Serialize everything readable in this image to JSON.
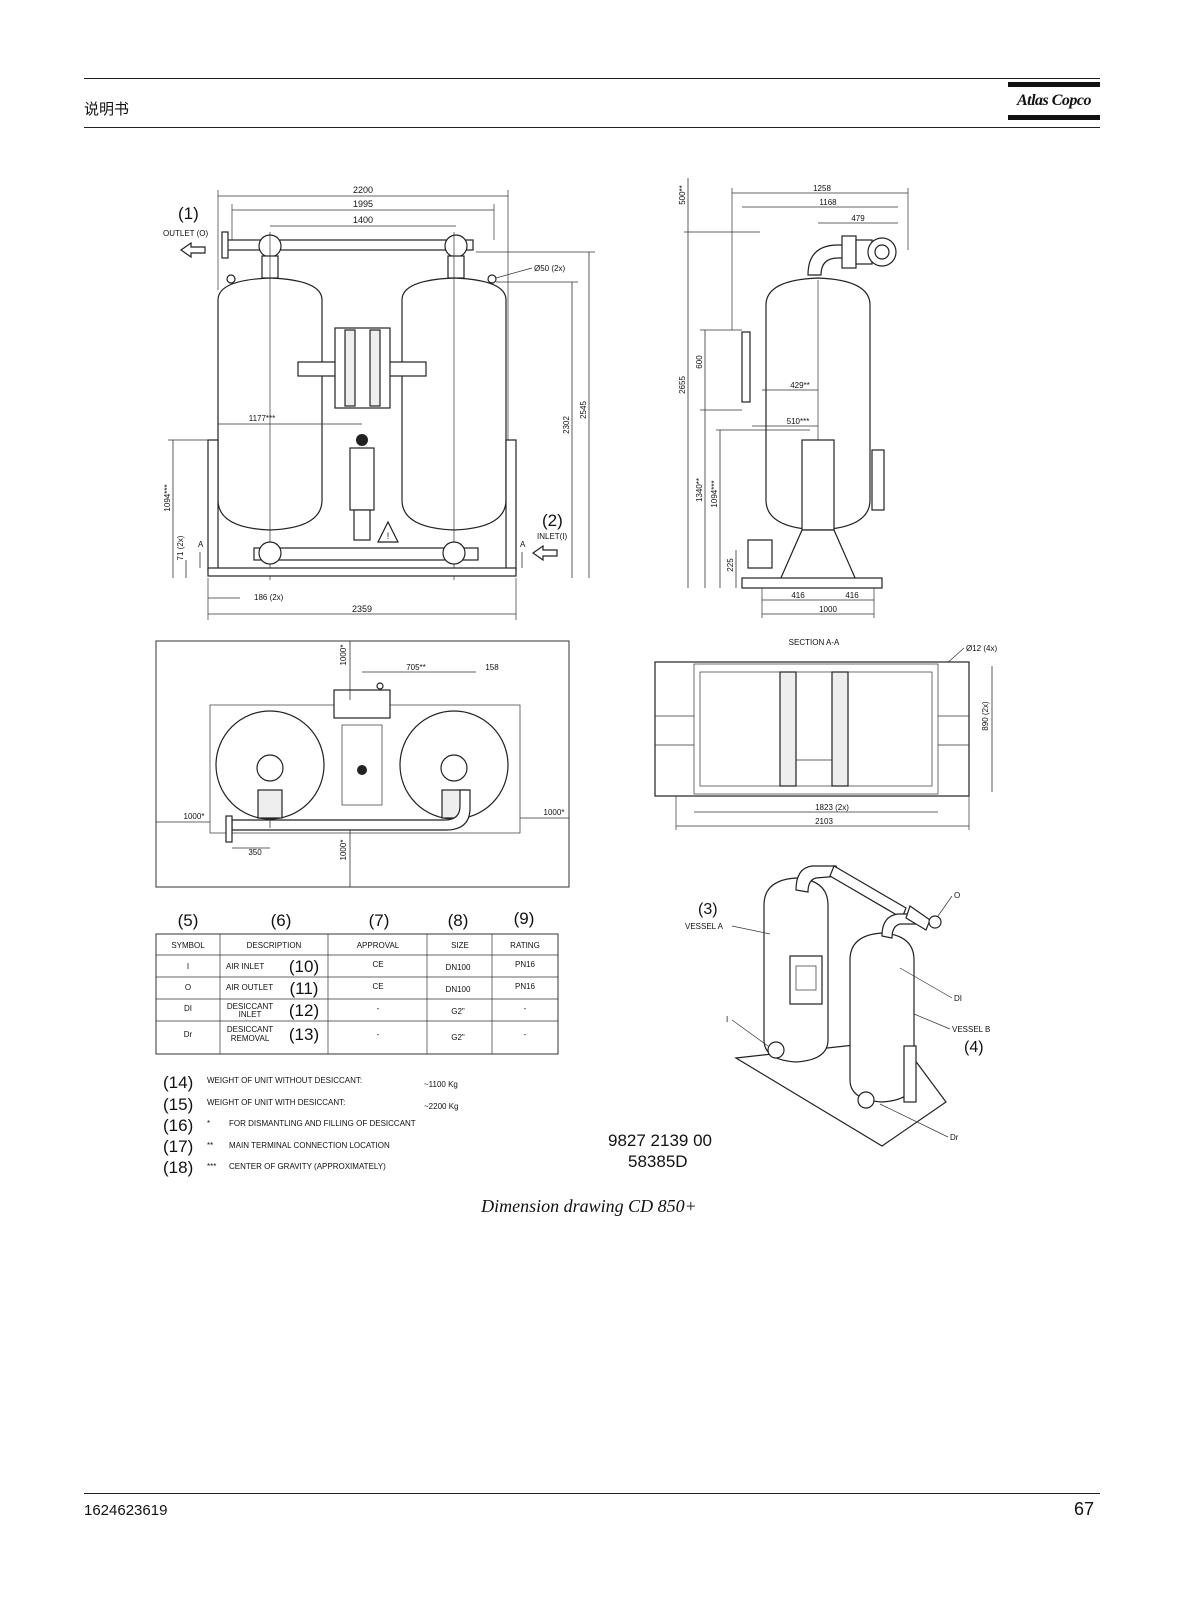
{
  "header": {
    "title": "说明书",
    "logo": "Atlas Copco"
  },
  "front_view": {
    "dims": {
      "w2200": "2200",
      "w1995": "1995",
      "w1400": "1400",
      "w1177": "1177***",
      "w186": "186 (2x)",
      "w2359": "2359",
      "h2545": "2545",
      "h2302": "2302",
      "h1094": "1094***",
      "h71": "71 (2x)",
      "d50": "Ø50 (2x)"
    },
    "labels": {
      "n1": "(1)",
      "outlet": "OUTLET (O)",
      "n2": "(2)",
      "inlet": "INLET(I)",
      "a": "A",
      "warn": "!"
    }
  },
  "side_view": {
    "dims": {
      "w1258": "1258",
      "w1168": "1168",
      "w479": "479",
      "w429": "429**",
      "w510": "510***",
      "w416": "416",
      "w1000": "1000",
      "h500": "500**",
      "h600": "600",
      "h2655": "2655",
      "h1340": "1340**",
      "h1094": "1094***",
      "h225": "225"
    }
  },
  "top_view": {
    "dims": {
      "h1000": "1000*",
      "w705": "705**",
      "w158": "158",
      "l1000": "1000*",
      "r1000": "1000*",
      "w350": "350"
    }
  },
  "section_view": {
    "title": "SECTION A-A",
    "dims": {
      "d12": "Ø12 (4x)",
      "h890": "890 (2x)",
      "w1823": "1823 (2x)",
      "w2103": "2103"
    }
  },
  "iso_view": {
    "labels": {
      "n3": "(3)",
      "vesselA": "VESSEL A",
      "n4": "(4)",
      "vesselB": "VESSEL B",
      "o": "O",
      "i": "I",
      "di": "DI",
      "dr": "Dr"
    },
    "part_number": "9827 2139 00",
    "drawing_code": "58385D"
  },
  "table": {
    "col_numbers": [
      "(5)",
      "(6)",
      "(7)",
      "(8)",
      "(9)"
    ],
    "headers": [
      "SYMBOL",
      "DESCRIPTION",
      "APPROVAL",
      "SIZE",
      "RATING"
    ],
    "rows": [
      {
        "symbol": "I",
        "desc1": "AIR INLET",
        "desc2": "",
        "num": "(10)",
        "approval": "CE",
        "size": "DN100",
        "rating": "PN16"
      },
      {
        "symbol": "O",
        "desc1": "AIR OUTLET",
        "desc2": "",
        "num": "(11)",
        "approval": "CE",
        "size": "DN100",
        "rating": "PN16"
      },
      {
        "symbol": "DI",
        "desc1": "DESICCANT",
        "desc2": "INLET",
        "num": "(12)",
        "approval": "-",
        "size": "G2\"",
        "rating": "-"
      },
      {
        "symbol": "Dr",
        "desc1": "DESICCANT",
        "desc2": "REMOVAL",
        "num": "(13)",
        "approval": "-",
        "size": "G2\"",
        "rating": "-"
      }
    ]
  },
  "notes": [
    {
      "num": "(14)",
      "mark": "",
      "text": "WEIGHT OF UNIT WITHOUT DESICCANT:",
      "value": "~1100 Kg"
    },
    {
      "num": "(15)",
      "mark": "",
      "text": "WEIGHT OF UNIT WITH DESICCANT:",
      "value": "~2200 Kg"
    },
    {
      "num": "(16)",
      "mark": "*",
      "text": "FOR DISMANTLING AND FILLING OF DESICCANT",
      "value": ""
    },
    {
      "num": "(17)",
      "mark": "**",
      "text": "MAIN TERMINAL CONNECTION LOCATION",
      "value": ""
    },
    {
      "num": "(18)",
      "mark": "***",
      "text": "CENTER OF GRAVITY (APPROXIMATELY)",
      "value": ""
    }
  ],
  "caption": "Dimension drawing CD 850+",
  "footer": {
    "doc_code": "1624623619",
    "page": "67"
  }
}
